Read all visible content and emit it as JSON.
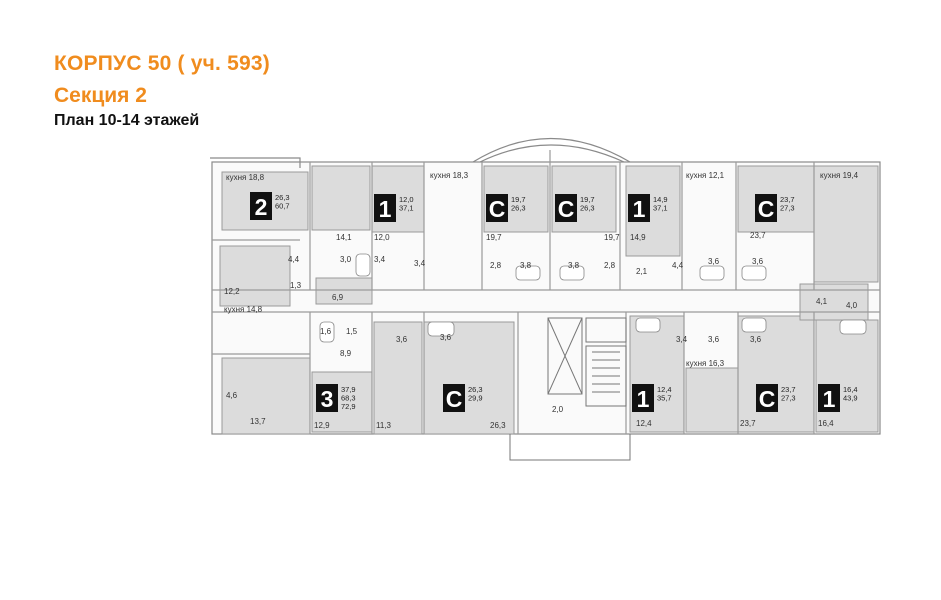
{
  "header": {
    "title": "КОРПУС 50 ( уч. 593)",
    "section": "Секция 2",
    "floors": "План 10-14 этажей"
  },
  "colors": {
    "accent": "#f08c1e",
    "apartment_fill": "#dcdcdc",
    "wall": "#9a9a9a",
    "badge": "#111111"
  },
  "apartments": [
    {
      "type": "2",
      "areas": [
        "26,3",
        "60,7"
      ]
    },
    {
      "type": "1",
      "areas": [
        "12,0",
        "37,1"
      ]
    },
    {
      "type": "С",
      "areas": [
        "19,7",
        "26,3"
      ]
    },
    {
      "type": "С",
      "areas": [
        "19,7",
        "26,3"
      ]
    },
    {
      "type": "1",
      "areas": [
        "14,9",
        "37,1"
      ]
    },
    {
      "type": "С",
      "areas": [
        "23,7",
        "27,3"
      ]
    },
    {
      "type": "3",
      "areas": [
        "37,9",
        "68,3",
        "72,9"
      ]
    },
    {
      "type": "С",
      "areas": [
        "26,3",
        "29,9"
      ]
    },
    {
      "type": "1",
      "areas": [
        "12,4",
        "35,7"
      ]
    },
    {
      "type": "С",
      "areas": [
        "23,7",
        "27,3"
      ]
    },
    {
      "type": "1",
      "areas": [
        "16,4",
        "43,9"
      ]
    }
  ],
  "room_labels": [
    "кухня 18,8",
    "кухня 18,3",
    "кухня 12,1",
    "кухня 19,4",
    "кухня 14,8",
    "кухня 16,3",
    "14,1",
    "12,0",
    "19,7",
    "19,7",
    "14,9",
    "23,7",
    "4,4",
    "3,0",
    "3,4",
    "3,4",
    "2,8",
    "3,8",
    "3,8",
    "2,8",
    "2,1",
    "4,4",
    "3,6",
    "3,6",
    "12,2",
    "1,3",
    "6,9",
    "4,1",
    "4,0",
    "1,6",
    "1,5",
    "3,6",
    "3,6",
    "8,9",
    "3,6",
    "3,4",
    "3,6",
    "4,6",
    "13,7",
    "12,9",
    "11,3",
    "26,3",
    "2,0",
    "12,4",
    "23,7",
    "16,4"
  ]
}
